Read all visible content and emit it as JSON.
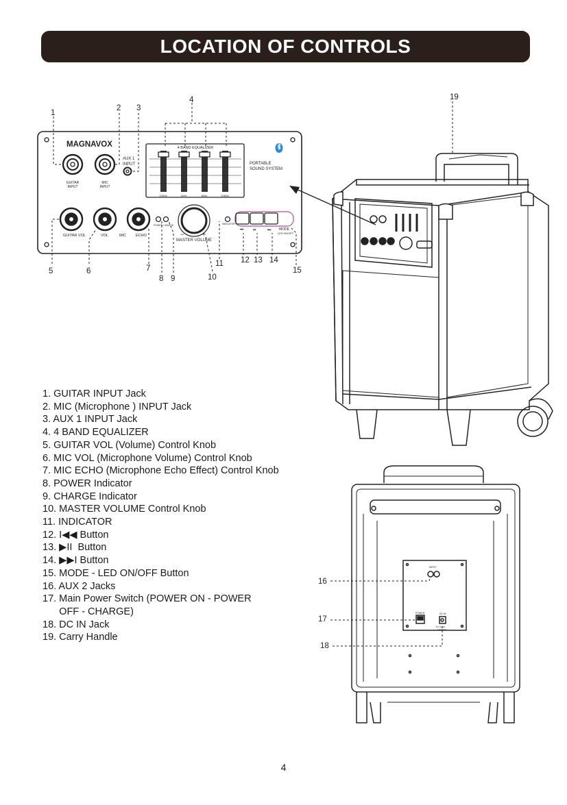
{
  "header": {
    "title": "LOCATION OF CONTROLS"
  },
  "panel": {
    "brand": "MAGNAVOX",
    "eq_title": "4 BAND EQUALIZER",
    "product": [
      "PORTABLE",
      "SOUND SYSTEM"
    ],
    "aux1": [
      "AUX 1",
      "INPUT"
    ],
    "guitar_input": [
      "GUITAR",
      "INPUT"
    ],
    "mic_input": [
      "MIC",
      "INPUT"
    ],
    "eq_freqs": [
      "125Hz",
      "1kHz",
      "5kHz",
      "10kHz"
    ],
    "knob_labels": {
      "guitar_vol": "GUITAR VOL",
      "vol": "VOL",
      "mic": "MIC",
      "echo": "ECHO"
    },
    "power_charge": "POWER  CHARGE",
    "master_volume": "MASTER VOLUME",
    "indicator": "INDICATOR",
    "mode": [
      "MODE",
      "LED ON/OFF"
    ],
    "minus": "−",
    "plus": "+"
  },
  "rear": {
    "input": "INPUT",
    "power": "POWER",
    "dc_in": "DC IN",
    "dc_spec": [
      "DC 9V/2A",
      "CHARGE"
    ]
  },
  "callouts": [
    "1",
    "2",
    "3",
    "4",
    "5",
    "6",
    "7",
    "8",
    "9",
    "10",
    "11",
    "12",
    "13",
    "14",
    "15",
    "16",
    "17",
    "18",
    "19"
  ],
  "legend": [
    "1. GUITAR INPUT Jack",
    "2. MIC (Microphone ) INPUT Jack",
    "3. AUX 1 INPUT Jack",
    "4. 4 BAND EQUALIZER",
    "5. GUITAR VOL (Volume) Control Knob",
    "6. MIC VOL (Microphone Volume) Control Knob",
    "7. MIC ECHO (Microphone Echo Effect) Control Knob",
    "8. POWER Indicator",
    "9. CHARGE Indicator",
    "10. MASTER VOLUME Control Knob",
    "11. INDICATOR",
    "12. I◀◀ Button",
    "13. ▶II  Button",
    "14. ▶▶I Button",
    "15. MODE - LED ON/OFF Button",
    "16. AUX 2 Jacks",
    "17. Main Power Switch (POWER ON - POWER",
    "      OFF - CHARGE)",
    "18. DC IN Jack",
    "19. Carry Handle"
  ],
  "footer": {
    "page_number": "4"
  }
}
